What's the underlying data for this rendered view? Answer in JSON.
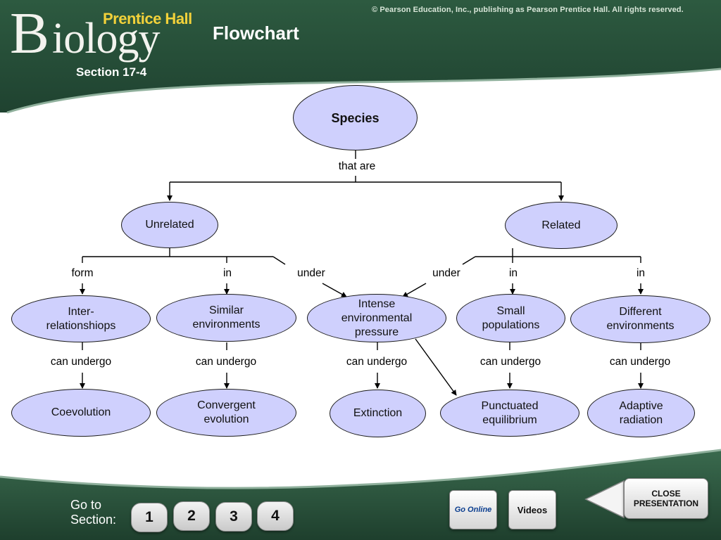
{
  "header": {
    "brand": "Prentice Hall",
    "logo_initial": "B",
    "logo_rest": "iology",
    "title": "Flowchart",
    "section": "Section 17-4",
    "copyright": "© Pearson Education, Inc., publishing as Pearson Prentice Hall. All rights reserved."
  },
  "diagram": {
    "nodes": {
      "species": "Species",
      "unrelated": "Unrelated",
      "related": "Related",
      "interrelationships": [
        "Inter-",
        "relationshiops"
      ],
      "similar_environments": [
        "Similar",
        "environments"
      ],
      "intense_pressure": [
        "Intense",
        "environmental",
        "pressure"
      ],
      "small_populations": [
        "Small",
        "populations"
      ],
      "different_environments": [
        "Different",
        "environments"
      ],
      "coevolution": "Coevolution",
      "convergent_evolution": [
        "Convergent",
        "evolution"
      ],
      "extinction": "Extinction",
      "punctuated_equilibrium": [
        "Punctuated",
        "equilibrium"
      ],
      "adaptive_radiation": [
        "Adaptive",
        "radiation"
      ]
    },
    "labels": {
      "that_are": "that are",
      "form": "form",
      "in_1": "in",
      "under_1": "under",
      "under_2": "under",
      "in_2": "in",
      "in_3": "in",
      "can_undergo_1": "can undergo",
      "can_undergo_2": "can undergo",
      "can_undergo_3": "can undergo",
      "can_undergo_4": "can undergo",
      "can_undergo_5": "can undergo"
    }
  },
  "footer": {
    "go_to_section": [
      "Go to",
      "Section:"
    ],
    "section_buttons": [
      "1",
      "2",
      "3",
      "4"
    ],
    "go_online": "Go Online",
    "videos": "Videos",
    "close_presentation": "CLOSE\nPRESENTATION"
  },
  "colors": {
    "green_dark": "#264d39",
    "green_mid": "#3e6b50",
    "node_fill": "#cfd0fd",
    "brand_yellow": "#f2d13a"
  }
}
